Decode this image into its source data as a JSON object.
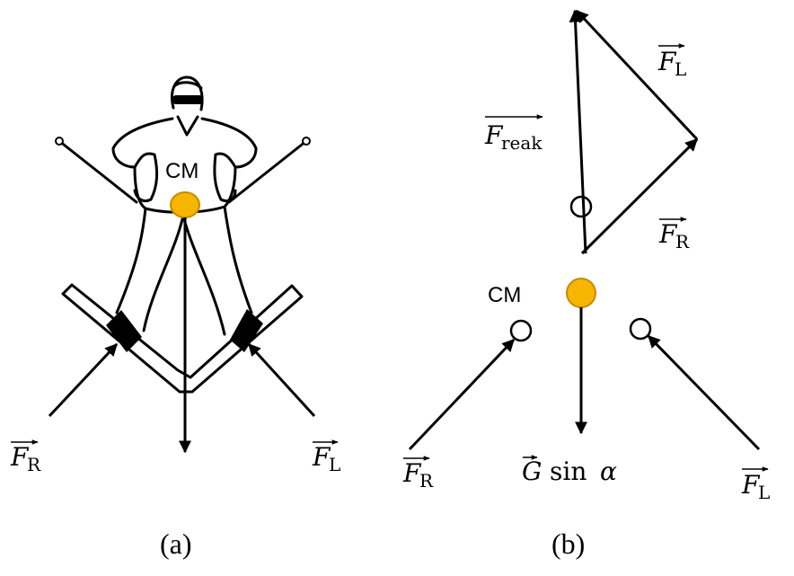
{
  "colors": {
    "cm_fill": "#f7b500",
    "cm_stroke": "#c88a00",
    "ink": "#000000"
  },
  "panel_a": {
    "caption": "(a)",
    "cm_label": "CM",
    "force_right": {
      "symbol": "F",
      "subscript": "R"
    },
    "force_left": {
      "symbol": "F",
      "subscript": "L"
    }
  },
  "panel_b": {
    "caption": "(b)",
    "cm_label": "CM",
    "force_reaction": {
      "symbol": "F",
      "subscript": "reak"
    },
    "force_left_top": {
      "symbol": "F",
      "subscript": "L"
    },
    "force_right_mid": {
      "symbol": "F",
      "subscript": "R"
    },
    "force_right_bottom": {
      "symbol": "F",
      "subscript": "R"
    },
    "force_left_bottom": {
      "symbol": "F",
      "subscript": "L"
    },
    "gravity": {
      "symbol": "G",
      "rest": "sin",
      "angle": "α"
    }
  }
}
